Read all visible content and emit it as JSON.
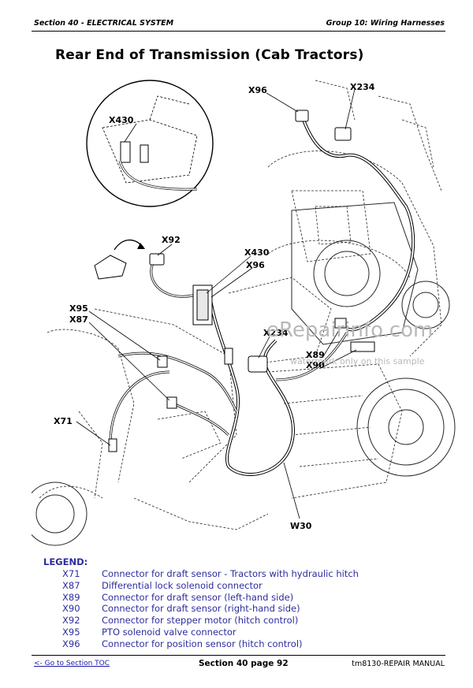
{
  "header": {
    "section": "Section 40 - ELECTRICAL SYSTEM",
    "group": "Group 10: Wiring Harnesses"
  },
  "title": "Rear End of Transmission (Cab Tractors)",
  "diagram": {
    "callouts": {
      "x430_inset": "X430",
      "x96_top": "X96",
      "x234_top": "X234",
      "x92": "X92",
      "x430_mid": "X430",
      "x96_mid": "X96",
      "x95": "X95",
      "x87": "X87",
      "x234_mid": "X234",
      "x89": "X89",
      "x90": "X90",
      "x71": "X71",
      "w30": "W30"
    },
    "watermark": {
      "line1": "eRepairinfo.com",
      "line2": "watermark only on this sample"
    }
  },
  "legend": {
    "title": "LEGEND:",
    "items": [
      {
        "code": "X71",
        "desc": "Connector for draft sensor - Tractors with hydraulic hitch"
      },
      {
        "code": "X87",
        "desc": "Differential lock solenoid connector"
      },
      {
        "code": "X89",
        "desc": "Connector for draft sensor (left-hand side)"
      },
      {
        "code": "X90",
        "desc": "Connector for draft sensor (right-hand side)"
      },
      {
        "code": "X92",
        "desc": "Connector for stepper motor (hitch control)"
      },
      {
        "code": "X95",
        "desc": "PTO solenoid valve connector"
      },
      {
        "code": "X96",
        "desc": "Connector for position sensor (hitch control)"
      }
    ]
  },
  "footer": {
    "toc_link": "<- Go to Section TOC",
    "page": "Section 40 page 92",
    "manual": "tm8130-REPAIR MANUAL"
  }
}
